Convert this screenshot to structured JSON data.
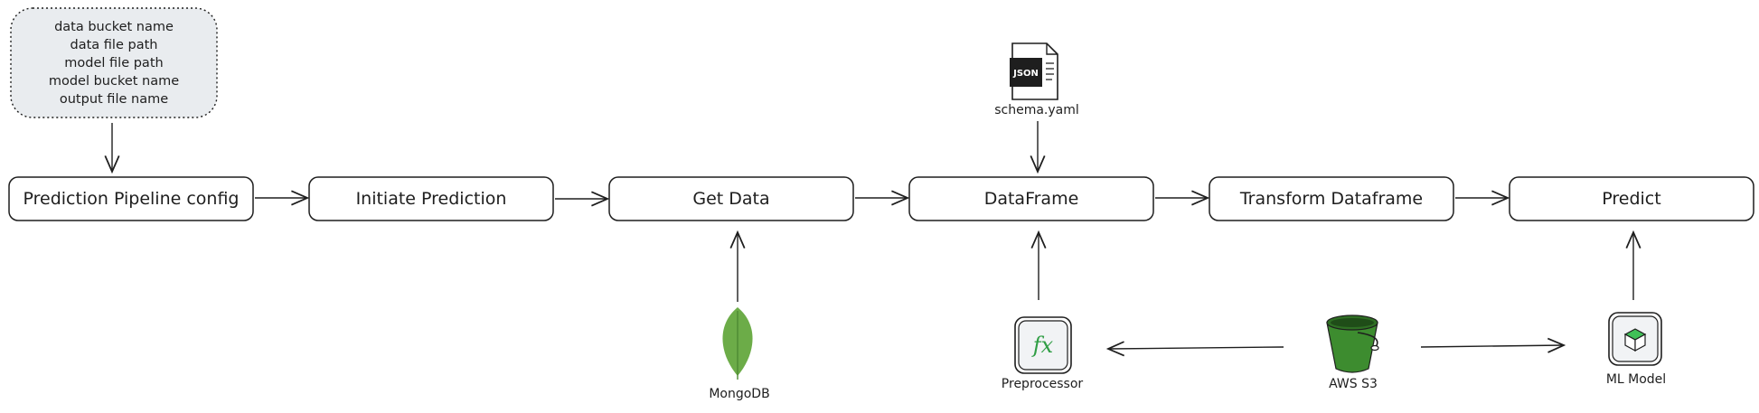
{
  "config_note": {
    "lines": [
      "data bucket name",
      "data file path",
      "model file path",
      "model bucket name",
      "output file name"
    ]
  },
  "pipeline": {
    "steps": [
      "Prediction Pipeline config",
      "Initiate Prediction",
      "Get Data",
      "DataFrame",
      "Transform Dataframe",
      "Predict"
    ]
  },
  "icons": {
    "schema": {
      "label": "schema.yaml",
      "badge": "JSON"
    },
    "mongodb": {
      "label": "MongoDB"
    },
    "preprocessor": {
      "label": "Preprocessor",
      "glyph": "fx"
    },
    "aws_s3": {
      "label": "AWS S3"
    },
    "ml_model": {
      "label": "ML Model"
    }
  },
  "colors": {
    "stroke": "#1e1e1e",
    "note_fill": "#e9ecef",
    "mongodb_green": "#6cac48",
    "s3_green": "#3d8c2f",
    "fx_green": "#2f9e44"
  }
}
